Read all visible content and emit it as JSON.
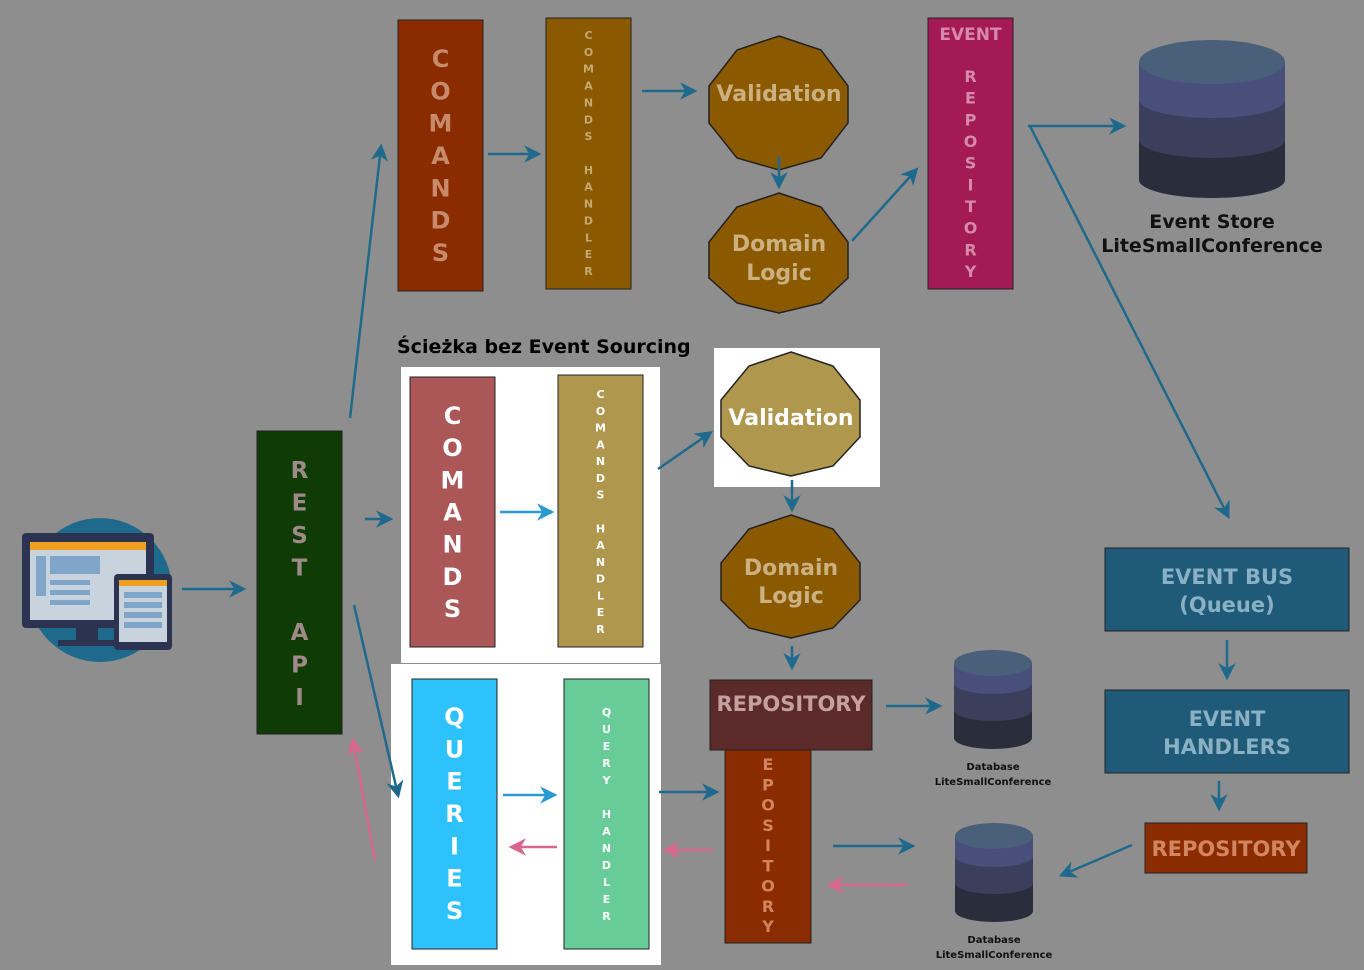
{
  "colors": {
    "background": "#8e8e8e",
    "arrow": "#1f6a8c",
    "arrow_pink": "#d9668e",
    "arrow_light": "#2a9bd0",
    "commands_dark": "#8b2c00",
    "handler_dark": "#8b5a00",
    "validation": "#8b5a00",
    "event_repo": "#a31a55",
    "commands_light": "#ab5757",
    "handler_light": "#b0974e",
    "validation_light": "#b0974e",
    "queries": "#2dc2fb",
    "query_handler": "#68cc99",
    "repository_brown": "#5c2a2a",
    "repository_orange": "#8b2c00",
    "event_blue": "#1f5a78",
    "db_top": "#4a5f7a",
    "db_mid": "#3c3f5c",
    "db_bottom": "#2a2d3c"
  },
  "top_path": {
    "commands_label": "COMANDS",
    "handler_label": "COMANDS HANDLER",
    "validation_label": "Validation",
    "domain_logic_line1": "Domain",
    "domain_logic_line2": "Logic",
    "event_repo_title": "EVENT",
    "event_repo_label": "REPOSITORY",
    "event_store_line1": "Event Store",
    "event_store_line2": "LiteSmallConference"
  },
  "middle_path": {
    "title": "Ścieżka bez Event Sourcing",
    "commands_label": "COMANDS",
    "handler_label": "COMANDS HANDLER",
    "validation_label": "Validation",
    "domain_logic_line1": "Domain",
    "domain_logic_line2": "Logic",
    "repository_label": "REPOSITORY",
    "repository_vertical": "EPOSITORY",
    "database_line1": "Database",
    "database_line2": "LiteSmallConference"
  },
  "rest_api": {
    "label": "REST API"
  },
  "queries_path": {
    "queries_label": "QUERIES",
    "handler_label": "QUERY HANDLER",
    "database_line1": "Database",
    "database_line2": "LiteSmallConference"
  },
  "event_side": {
    "bus_line1": "EVENT BUS",
    "bus_line2": "(Queue)",
    "handlers_line1": "EVENT",
    "handlers_line2": "HANDLERS",
    "repository_label": "REPOSITORY"
  },
  "icons": {
    "client": "monitor-tablet-icon",
    "database": "database-cylinder-icon"
  }
}
